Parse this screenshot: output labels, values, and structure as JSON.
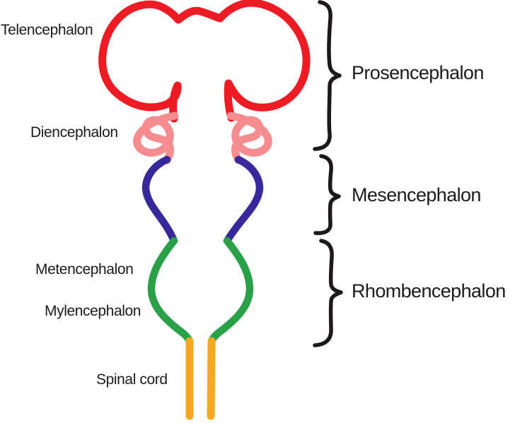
{
  "diagram": {
    "description": "Embryonic brain vesicle diagram (neural tube divisions)",
    "region_labels": {
      "telencephalon": "Telencephalon",
      "diencephalon": "Diencephalon",
      "metencephalon": "Metencephalon",
      "mylencephalon": "Mylencephalon",
      "spinal_cord": "Spinal cord"
    },
    "group_labels": {
      "prosencephalon": "Prosencephalon",
      "mesencephalon": "Mesencephalon",
      "rhombencephalon": "Rhombencephalon"
    },
    "colors": {
      "telencephalon": "#ed1c24",
      "diencephalon": "#f58c90",
      "mesencephalon": "#37289b",
      "metencephalon_mylencephalon": "#2aa148",
      "spinal_cord": "#f7a823",
      "ink": "#1c191a"
    }
  }
}
